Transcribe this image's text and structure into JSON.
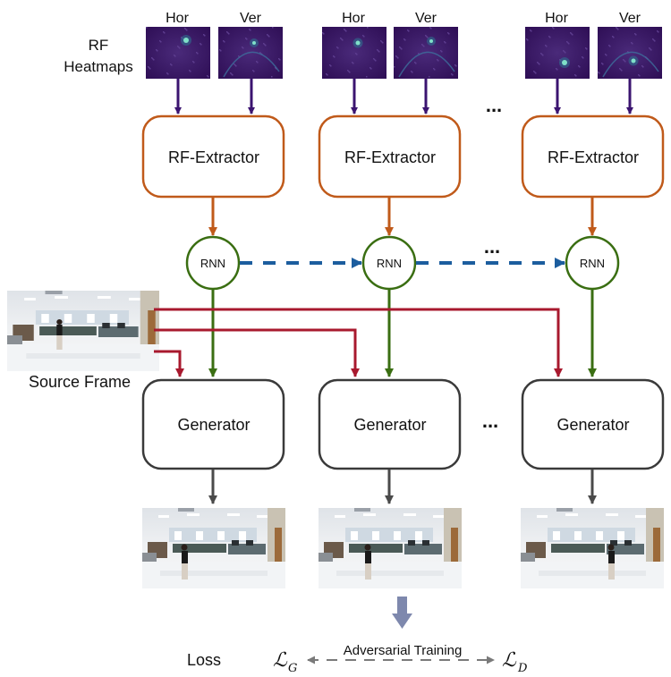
{
  "labels": {
    "hor": "Hor",
    "ver": "Ver",
    "rf_line1": "RF",
    "rf_line2": "Heatmaps",
    "extractor": "RF-Extractor",
    "rnn": "RNN",
    "generator": "Generator",
    "source_frame": "Source Frame",
    "ellipsis": "...",
    "loss": "Loss",
    "adversarial": "Adversarial Training",
    "loss_g_main": "ℒ",
    "loss_g_sub": "G",
    "loss_d_main": "ℒ",
    "loss_d_sub": "D"
  },
  "colors": {
    "extractor_border": "#c05a1a",
    "extractor_arrow": "#c05a1a",
    "rnn_border": "#3a6e12",
    "rnn_arrow": "#3a6e12",
    "heatmap_arrow": "#3b1470",
    "recurrent_arrow": "#1c5d9e",
    "source_arrow": "#a8192e",
    "generator_border": "#3a3a3a",
    "generator_arrow": "#4a4a4a",
    "down_arrow": "#7e88ad",
    "adversarial_arrow": "#7a7a7a"
  }
}
